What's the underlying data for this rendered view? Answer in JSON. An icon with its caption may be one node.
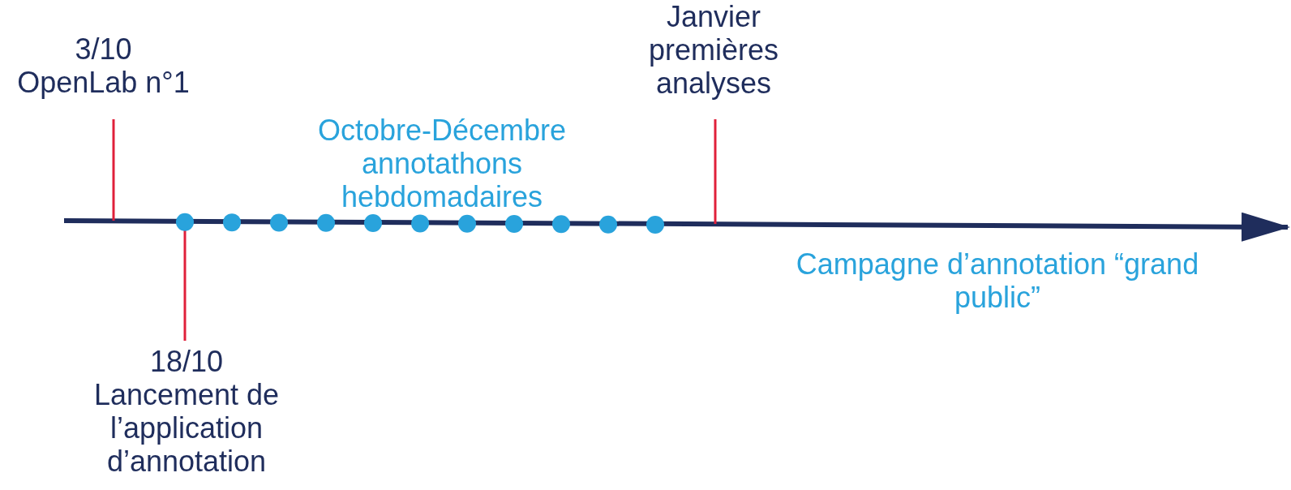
{
  "diagram": {
    "labels": [
      "3/10 OpenLab n°1",
      "Janvier premières analyses",
      "Octobre-Décembre annotathons hebdomadaires",
      "Campagne d’annotation “grand public”",
      "18/10 Lancement de l’application d’annotation"
    ]
  }
}
